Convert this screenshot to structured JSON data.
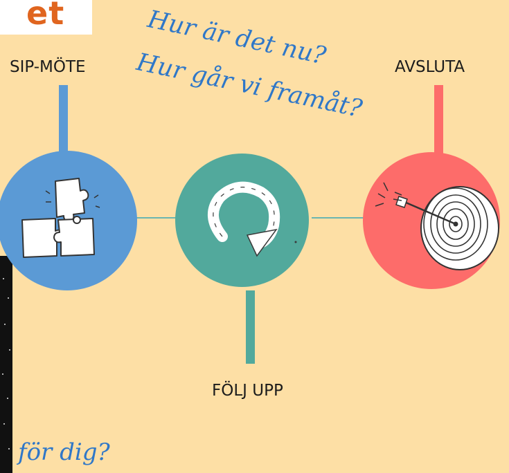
{
  "title_fragment": "et",
  "handwriting": {
    "line1": "Hur är det nu?",
    "line2": "Hur går vi framåt?",
    "bottom": "för dig?"
  },
  "steps": [
    {
      "label": "SIP-MÖTE",
      "color": "#5b9ad5",
      "icon": "puzzle-pieces-icon"
    },
    {
      "label": "FÖLJ UPP",
      "color": "#52a99c",
      "icon": "circular-arrow-icon"
    },
    {
      "label": "AVSLUTA",
      "color": "#fd6c6a",
      "icon": "target-arrow-icon"
    }
  ],
  "colors": {
    "background": "#fddfa5",
    "title": "#e0651f",
    "handwriting": "#2f77c8",
    "connector": "#6ab5b0",
    "stem_blue": "#5b9ad5",
    "stem_teal": "#52a99c",
    "stem_red": "#fd6c6a"
  }
}
